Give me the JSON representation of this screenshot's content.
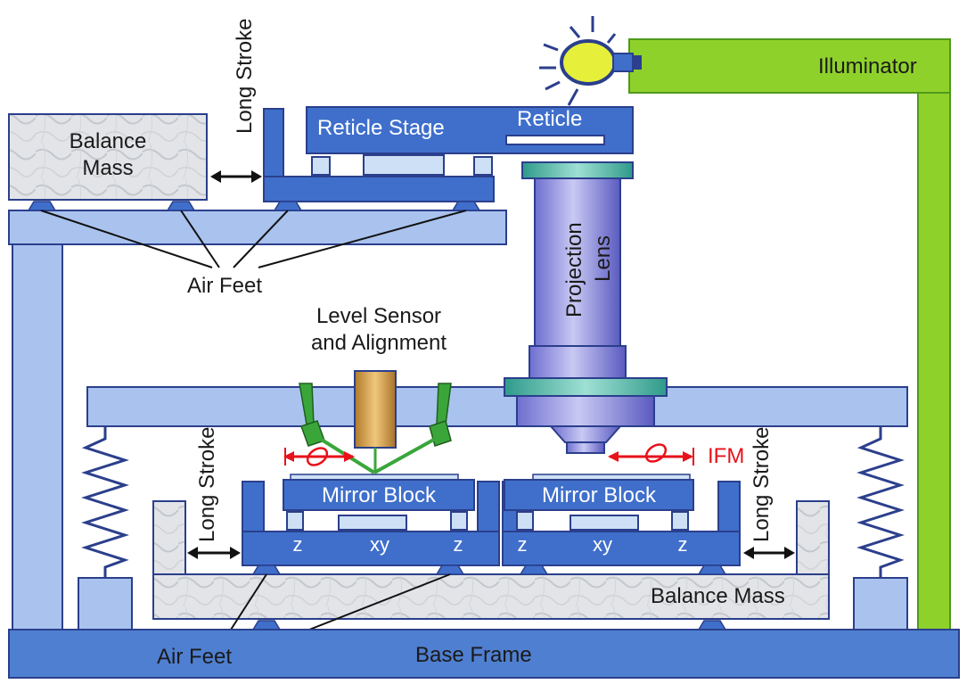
{
  "labels": {
    "illuminator": "Illuminator",
    "reticle_stage": "Reticle Stage",
    "reticle": "Reticle",
    "long_stroke_top": "Long Stroke",
    "balance_mass_top_line1": "Balance",
    "balance_mass_top_line2": "Mass",
    "air_feet_top": "Air Feet",
    "projection_lens_line1": "Projection",
    "projection_lens_line2": "Lens",
    "level_sensor_line1": "Level Sensor",
    "level_sensor_line2": "and Alignment",
    "ifm": "IFM",
    "mirror_block_left": "Mirror Block",
    "mirror_block_right": "Mirror Block",
    "long_stroke_left": "Long Stroke",
    "long_stroke_right": "Long Stroke",
    "stage_left_z1": "z",
    "stage_left_xy": "xy",
    "stage_left_z2": "z",
    "stage_right_z1": "z",
    "stage_right_xy": "xy",
    "stage_right_z2": "z",
    "balance_mass_bottom": "Balance Mass",
    "air_feet_bottom": "Air Feet",
    "base_frame": "Base Frame"
  },
  "colors": {
    "frame_blue": "#4f7fd0",
    "frame_light_blue": "#a9c3ee",
    "stage_blue": "#3f6fcb",
    "outline": "#2b3f8c",
    "green": "#8fd12b",
    "green_dark": "#4e9a1c",
    "marble": "#dfe1e4",
    "lens_purple": "#9c9ce6",
    "lens_teal": "#4fb8a8",
    "sensor_green": "#3aa63a",
    "sensor_tan": "#d4a04a",
    "red": "#e8121a",
    "bulb_yellow": "#e6ef3a"
  }
}
